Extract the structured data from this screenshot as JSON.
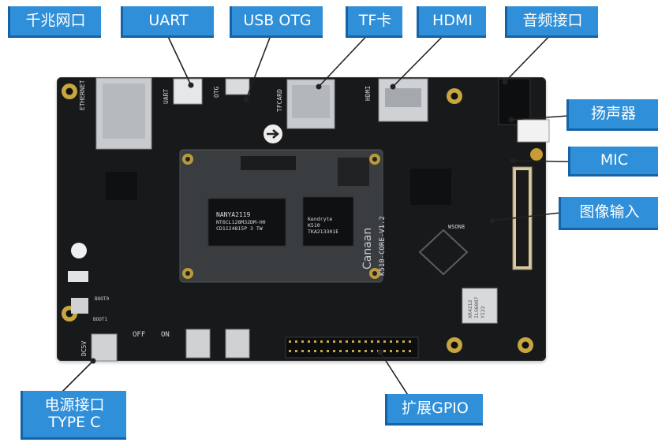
{
  "callouts": {
    "ethernet": "千兆网口",
    "uart": "UART",
    "usb_otg": "USB OTG",
    "tf": "TF卡",
    "hdmi": "HDMI",
    "audio": "音频接口",
    "speaker": "扬声器",
    "mic": "MIC",
    "camera": "图像输入",
    "power_line1": "电源接口",
    "power_line2": "TYPE C",
    "gpio": "扩展GPIO"
  },
  "silkscreen": {
    "ethernet": "ETHERNET",
    "uart": "UART",
    "otg": "OTG",
    "tfcard": "TFCARD",
    "hdmi": "HDMI",
    "dc5v": "DC5V",
    "off": "OFF",
    "on": "ON",
    "boot0": "BOOT0",
    "boot1": "BOOT1",
    "wson8": "WSON8"
  },
  "chips": {
    "memory": [
      "NANYA2119",
      "NT6CL128M32DM-H0",
      "CD1124815P 3 TW"
    ],
    "soc": [
      "Kendryte",
      "K510",
      "TKA213301E"
    ],
    "module_brand": "Canaan",
    "module_version": "K510-CORE-V1.2",
    "xtal": [
      "XR4212",
      "ILS6007",
      "YI22"
    ]
  },
  "colors": {
    "label_bg": "#2f8fd8",
    "label_shadow": "#1463a8",
    "board": "#17191b",
    "module": "#3c3f42",
    "leader": "#222222"
  }
}
